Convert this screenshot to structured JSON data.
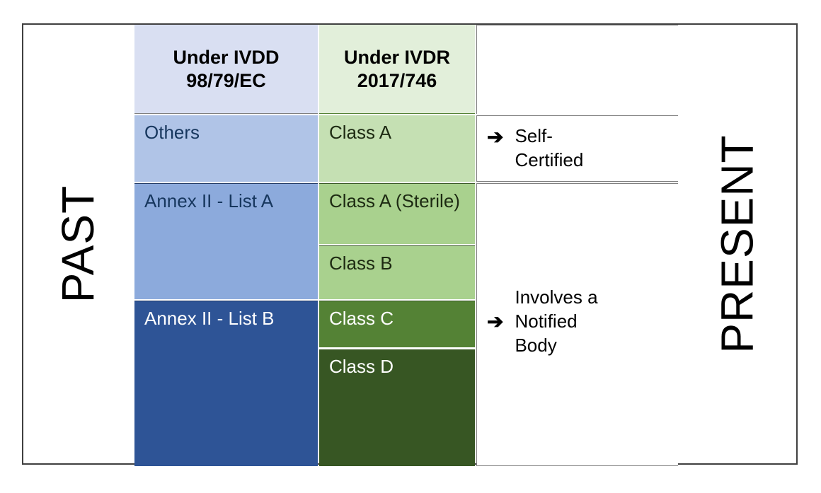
{
  "diagram": {
    "left_axis_label": "PAST",
    "right_axis_label": "PRESENT",
    "arrow_icon": "➔",
    "columns": {
      "ivdd_header": "Under IVDD 98/79/EC",
      "ivdd_header_line1": "Under IVDD",
      "ivdd_header_line2": "98/79/EC",
      "ivdr_header": "Under IVDR 2017/746",
      "ivdr_header_line1": "Under IVDR",
      "ivdr_header_line2": "2017/746"
    },
    "ivdd_rows": [
      {
        "label": "Others",
        "color": "#B0C4E7"
      },
      {
        "label": "Annex II - List A",
        "color": "#8CAADC"
      },
      {
        "label": "Annex II - List B",
        "color": "#2E5496"
      }
    ],
    "ivdr_rows": [
      {
        "label": "Class A",
        "color": "#C5E0B3"
      },
      {
        "label": "Class A (Sterile)",
        "color": "#A9D18E"
      },
      {
        "label": "Class B",
        "color": "#A9D18E"
      },
      {
        "label": "Class C",
        "color": "#548235"
      },
      {
        "label": "Class D",
        "color": "#375623"
      }
    ],
    "routes": [
      {
        "label": "Self-Certified",
        "line1": "Self-",
        "line2": "Certified"
      },
      {
        "label": "Involves a Notified Body",
        "line1": "Involves a",
        "line2": "Notified",
        "line3": "Body"
      }
    ],
    "colors": {
      "header_blue": "#D9DFF2",
      "header_green": "#E2EFDA",
      "blue_light": "#B0C4E7",
      "blue_mid": "#8CAADC",
      "blue_dark": "#2E5496",
      "green_light": "#C5E0B3",
      "green_mid": "#A9D18E",
      "green_dark": "#548235",
      "green_darkest": "#375623",
      "frame": "#404040",
      "text_blue": "#17375E",
      "text_white": "#FFFFFF"
    }
  }
}
